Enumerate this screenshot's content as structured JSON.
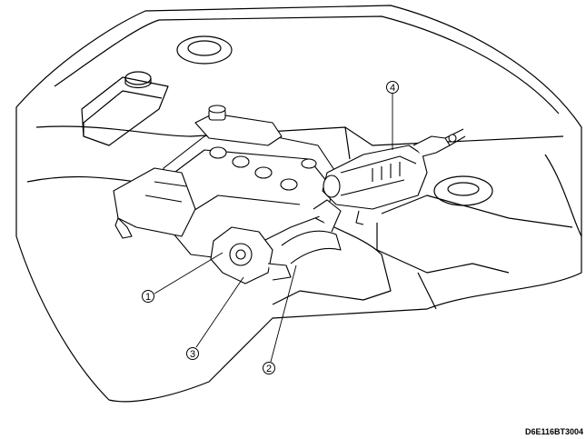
{
  "diagram": {
    "callouts": [
      {
        "id": "callout-1",
        "label": "1"
      },
      {
        "id": "callout-2",
        "label": "2"
      },
      {
        "id": "callout-3",
        "label": "3"
      },
      {
        "id": "callout-4",
        "label": "4"
      }
    ],
    "figure_code": "D6E116BT3004",
    "colors": {
      "line": "#000000",
      "background": "#ffffff"
    }
  }
}
